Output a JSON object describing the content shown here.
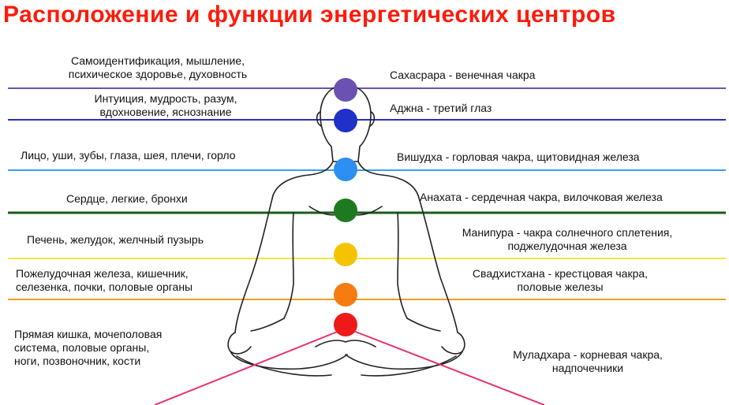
{
  "title": "Расположение и функции энергетических центров",
  "chakras": [
    {
      "id": "sahasrara",
      "color": "#6a52b3",
      "line": "#6a52b3",
      "left": [
        "Самоидентификация, мышление,",
        "психическое здоровье, духовность"
      ],
      "right": [
        "Сахасрара -  венечная чакра"
      ]
    },
    {
      "id": "ajna",
      "color": "#2030c8",
      "line": "#2a2fc0",
      "left": [
        "Интуиция, мудрость, разум,",
        "вдохновение, яснознание"
      ],
      "right": [
        "Аджна - третий глаз"
      ]
    },
    {
      "id": "vishuddha",
      "color": "#2e8ff2",
      "line": "#3a9ef0",
      "left": [
        "Лицо, уши, зубы, глаза, шея, плечи, горло"
      ],
      "right": [
        "Вишудха - горловая чакра, щитовидная железа"
      ]
    },
    {
      "id": "anahata",
      "color": "#1e7a1e",
      "line": "#1a5c1a",
      "left": [
        "Сердце, легкие, бронхи"
      ],
      "right": [
        "Анахата - сердечная чакра, вилочковая железа"
      ]
    },
    {
      "id": "manipura",
      "color": "#f5c400",
      "line": "#f0e640",
      "left": [
        "Печень, желудок, желчный пузырь"
      ],
      "right": [
        "Манипура - чакра солнечного сплетения,",
        "поджелудочная железа"
      ]
    },
    {
      "id": "svadhisthana",
      "color": "#f57c10",
      "line": "#f0a020",
      "left": [
        "Пожелудочная железа, кишечник,",
        "селезенка, почки, половые органы"
      ],
      "right": [
        "Свадхистхана - крестцовая чакра,",
        "половые железы"
      ]
    },
    {
      "id": "muladhara",
      "color": "#ee1a1a",
      "line": "#e0306a",
      "left": [
        "Прямая кишка, мочеполовая",
        "система, половые органы,",
        "ноги, позвоночник, кости"
      ],
      "right": [
        "Муладхара - корневая чакра,",
        "надпочечники"
      ]
    }
  ]
}
